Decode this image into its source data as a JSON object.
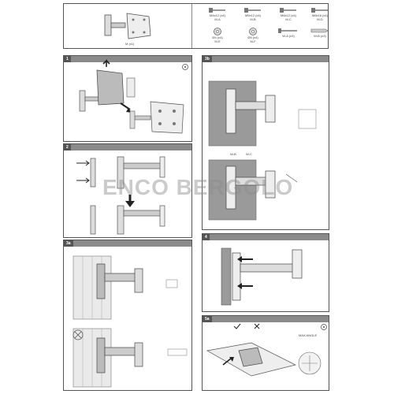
{
  "parts": {
    "bracket_label": "M (x1)",
    "screws_top": [
      {
        "label1": "M4x12 (x4)",
        "label2": "M-A"
      },
      {
        "label1": "M5x12 (x4)",
        "label2": "M-B"
      },
      {
        "label1": "M6x12 (x4)",
        "label2": "M-C"
      },
      {
        "label1": "M8x16 (x4)",
        "label2": "M-D"
      }
    ],
    "parts_bottom": [
      {
        "label1": "Ø4 (x4)",
        "label2": "M-E"
      },
      {
        "label1": "Ø5 (x4)",
        "label2": "M-F"
      },
      {
        "label1": "W-A (x3)",
        "label2": ""
      },
      {
        "label1": "W-B (x3)",
        "label2": ""
      }
    ]
  },
  "steps": {
    "s1": "1",
    "s2": "2",
    "s3a": "3a",
    "s3b": "3b",
    "s4": "4",
    "s5a": "5a"
  },
  "labels": {
    "wb": "W-B",
    "wc": "W-C",
    "wa": "W-A",
    "max_deg": "MAX ANGLE",
    "callout_a": "M-E",
    "callout_b": "M-F"
  },
  "watermark": "ENCO BERGOLO"
}
